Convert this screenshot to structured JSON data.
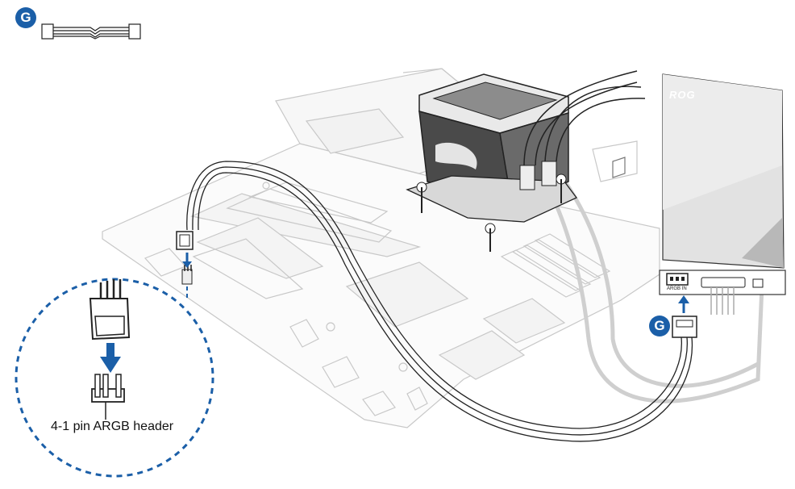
{
  "badges": {
    "top_left": "G",
    "right": "G"
  },
  "labels": {
    "header_caption": "4-1 pin ARGB header",
    "port_label": "ARGB IN",
    "cooler_brand": "ROG"
  },
  "colors": {
    "accent_blue": "#1b5fa8",
    "line_gray": "#c8c8c8",
    "outline": "#222222"
  },
  "icons": [
    "cable-icon",
    "arrow-down-icon",
    "arrow-up-icon",
    "argb-connector-icon",
    "argb-header-icon"
  ]
}
